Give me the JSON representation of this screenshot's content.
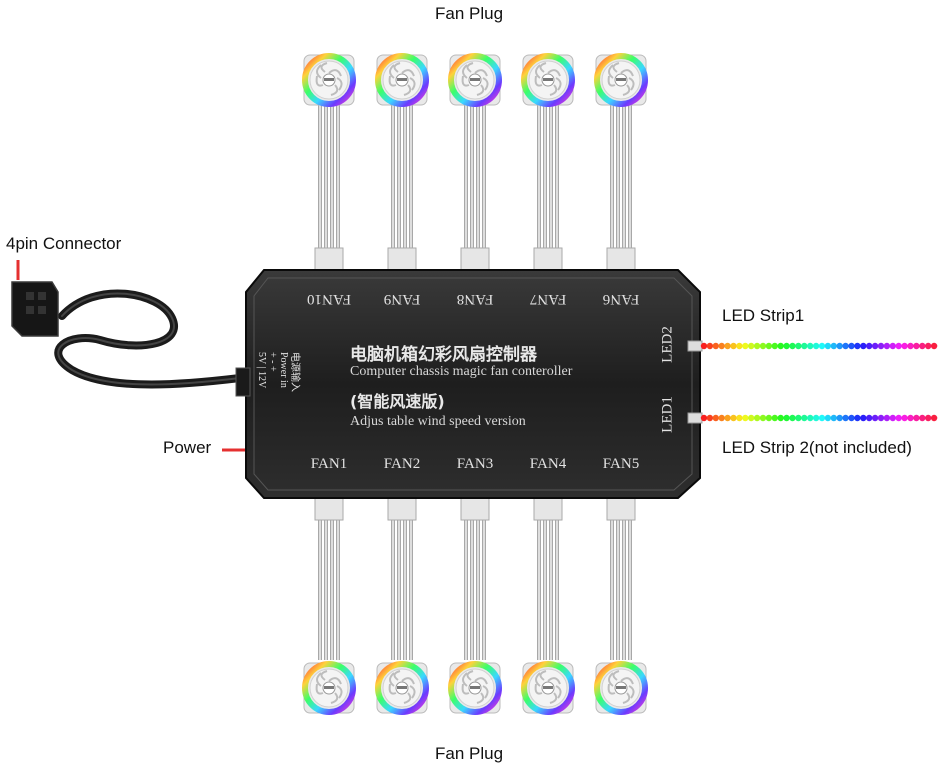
{
  "labels": {
    "fan_plug_top": "Fan Plug",
    "fan_plug_bottom": "Fan Plug",
    "connector": "4pin Connector",
    "power": "Power",
    "led_strip1": "LED Strip1",
    "led_strip2": "LED Strip 2(not included)"
  },
  "hub": {
    "title_cn": "电脑机箱幻彩风扇控制器",
    "title_en": "Computer chassis magic fan conteroller",
    "subtitle_cn": "(智能风速版)",
    "subtitle_en": "Adjus table wind speed version",
    "power_in_cn": "电源输入",
    "power_in_en": "Power in",
    "power_in_pins": "+ - +",
    "power_in_volts": "5V | 12V",
    "top_ports": [
      "FAN10",
      "FAN9",
      "FAN8",
      "FAN7",
      "FAN6"
    ],
    "bottom_ports": [
      "FAN1",
      "FAN2",
      "FAN3",
      "FAN4",
      "FAN5"
    ],
    "led_ports": [
      "LED2",
      "LED1"
    ]
  },
  "colors": {
    "hub_body": "#232323",
    "accent_red": "#e53030",
    "cable": "#c9c9c9"
  }
}
